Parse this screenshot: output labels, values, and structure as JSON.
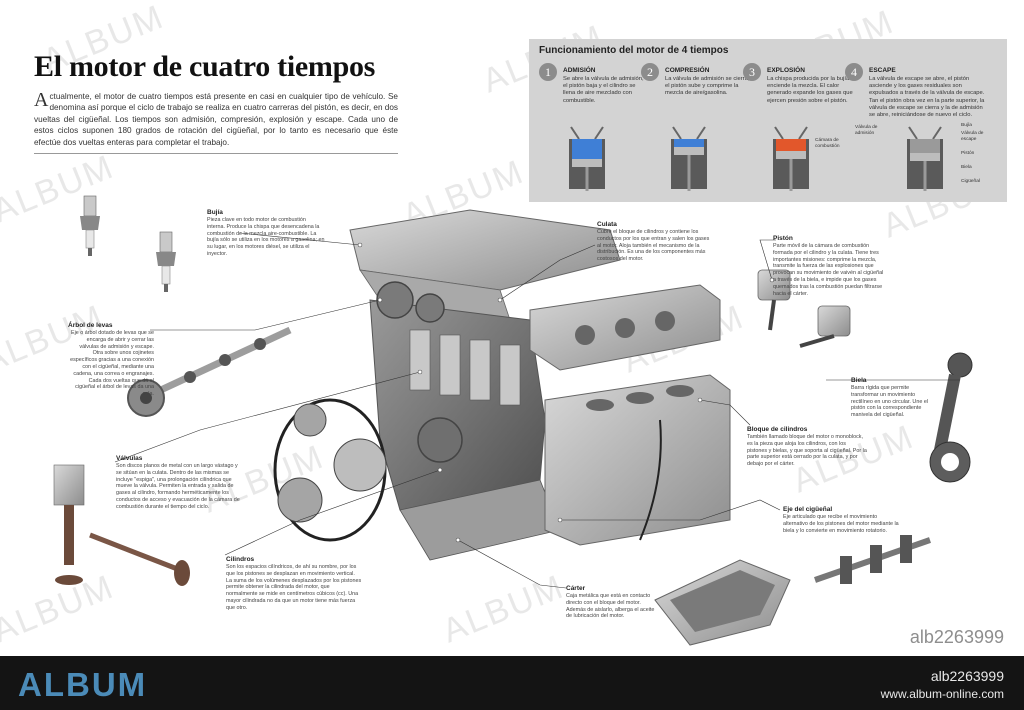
{
  "header": {
    "title": "El motor de cuatro tiempos",
    "intro_initial": "A",
    "intro_rest": "ctualmente, el motor de cuatro tiempos está presente en casi en cualquier tipo de vehículo. Se denomina así porque el ciclo de trabajo se realiza en cuatro carreras del pistón, es decir, en dos vueltas del cigüeñal. Los tiempos son admisión, compresión, explosión y escape. Cada uno de estos ciclos suponen 180 grados de rotación del cigüeñal, por lo tanto es necesario que éste efectúe dos vueltas enteras para completar el trabajo."
  },
  "panel": {
    "title": "Funcionamiento del motor de 4 tiempos",
    "strokes": [
      {
        "num": "1",
        "name": "ADMISIÓN",
        "desc": "Se abre la válvula de admisión, el pistón baja y el cilindro se llena de aire mezclado con combustible.",
        "color": "#3f7fd6"
      },
      {
        "num": "2",
        "name": "COMPRESIÓN",
        "desc": "La válvula de admisión se cierra, el pistón sube y comprime la mezcla de aire/gasolina.",
        "color": "#3f7fd6"
      },
      {
        "num": "3",
        "name": "EXPLOSIÓN",
        "desc": "La chispa producida por la bujía enciende la mezcla. El calor generado expande los gases que ejercen presión sobre el pistón.",
        "color": "#e2572b"
      },
      {
        "num": "4",
        "name": "ESCAPE",
        "desc": "La válvula de escape se abre, el pistón asciende y los gases residuales son expulsados a través de la válvula de escape. Tan el pistón obra vez en la parte superior, la válvula de escape se cierra y la de admisión se abre, reiniciándose de nuevo el ciclo.",
        "color": "#9a9a9a"
      }
    ],
    "mini_labels": {
      "camara": "Cámara de combustión",
      "valvula_admision": "Válvula de admisión",
      "bujia": "Bujía",
      "valvula_escape": "Válvula de escape",
      "piston": "Pistón",
      "biela": "Biela",
      "ciguenal": "Cigüeñal"
    }
  },
  "labels": {
    "bujia": {
      "name": "Bujía",
      "desc": "Pieza clave en todo motor de combustión interna. Produce la chispa que desencadena la combustión de la mezcla aire-combustible. La bujía sólo se utiliza en los motores a gasolina; en su lugar, en los motores diésel, se utiliza el inyector."
    },
    "arbol": {
      "name": "Árbol de levas",
      "desc": "Eje o árbol dotado de levas que se encarga de abrir y cerrar las válvulas de admisión y escape. Otra sobre unos cojinetes específicos gracias a una conexión con el cigüeñal, mediante una cadena, una correa o engranajes. Cada dos vueltas que dá el cigüeñal el árbol de levas da una sola."
    },
    "valvulas": {
      "name": "Válvulas",
      "desc": "Son discos planos de metal con un largo vástago y se sitúan en la culata. Dentro de las mismas se incluye \"espiga\", una prolongación cilíndrica que mueve la válvula. Permiten la entrada y salida de gases al cilindro, formando herméticamente los conductos de acceso y evacuación de la cámara de combustión durante el tiempo del ciclo."
    },
    "cilindros": {
      "name": "Cilindros",
      "desc": "Son los espacios cilíndricos, de ahí su nombre, por los que los pistones se desplazan en movimiento vertical. La suma de los volúmenes desplazados por los pistones permite obtener la cilindrada del motor, que normalmente se mide en centímetros cúbicos (cc). Una mayor cilindrada no da que un motor tiene más fuerza que otro."
    },
    "culata": {
      "name": "Culata",
      "desc": "Cubre el bloque de cilindros y contiene los conductos por los que entran y salen los gases al motor. Aloja también el mecanismo de la distribución. Es una de los componentes más costosos del motor."
    },
    "piston": {
      "name": "Pistón",
      "desc": "Parte móvil de la cámara de combustión formada por el cilindro y la culata. Tiene tres importantes misiones: comprime la mezcla, transmite la fuerza de las explosiones que provocan su movimiento de vaivén al cigüeñal a través de la biela, e impide que los gases quemados tras la combustión puedan filtrarse hacia el cárter."
    },
    "biela": {
      "name": "Biela",
      "desc": "Barra rígida que permite transformar un movimiento rectilíneo en uno circular. Une el pistón con la correspondiente manivela del cigüeñal."
    },
    "bloque": {
      "name": "Bloque de cilindros",
      "desc": "También llamado bloque del motor o monoblock, es la pieza que aloja los cilindros, con los pistones y bielas, y que soporta al cigüeñal. Por la parte superior está cerrado por la culata, y por debajo por el cárter."
    },
    "eje": {
      "name": "Eje del cigüeñal",
      "desc": "Eje articulado que recibe el movimiento alternativo de los pistones del motor mediante la biela y lo convierte en movimiento rotatorio."
    },
    "carter": {
      "name": "Cárter",
      "desc": "Caja metálica que está en contacto directo con el bloque del motor. Además de aislarlo, alberga el aceite de lubricación del motor."
    }
  },
  "watermark": "ALBUM",
  "footer": {
    "brand": "ALBUM",
    "image_id": "alb2263999",
    "url": "www.album-online.com"
  },
  "image_ref": "alb2263999"
}
